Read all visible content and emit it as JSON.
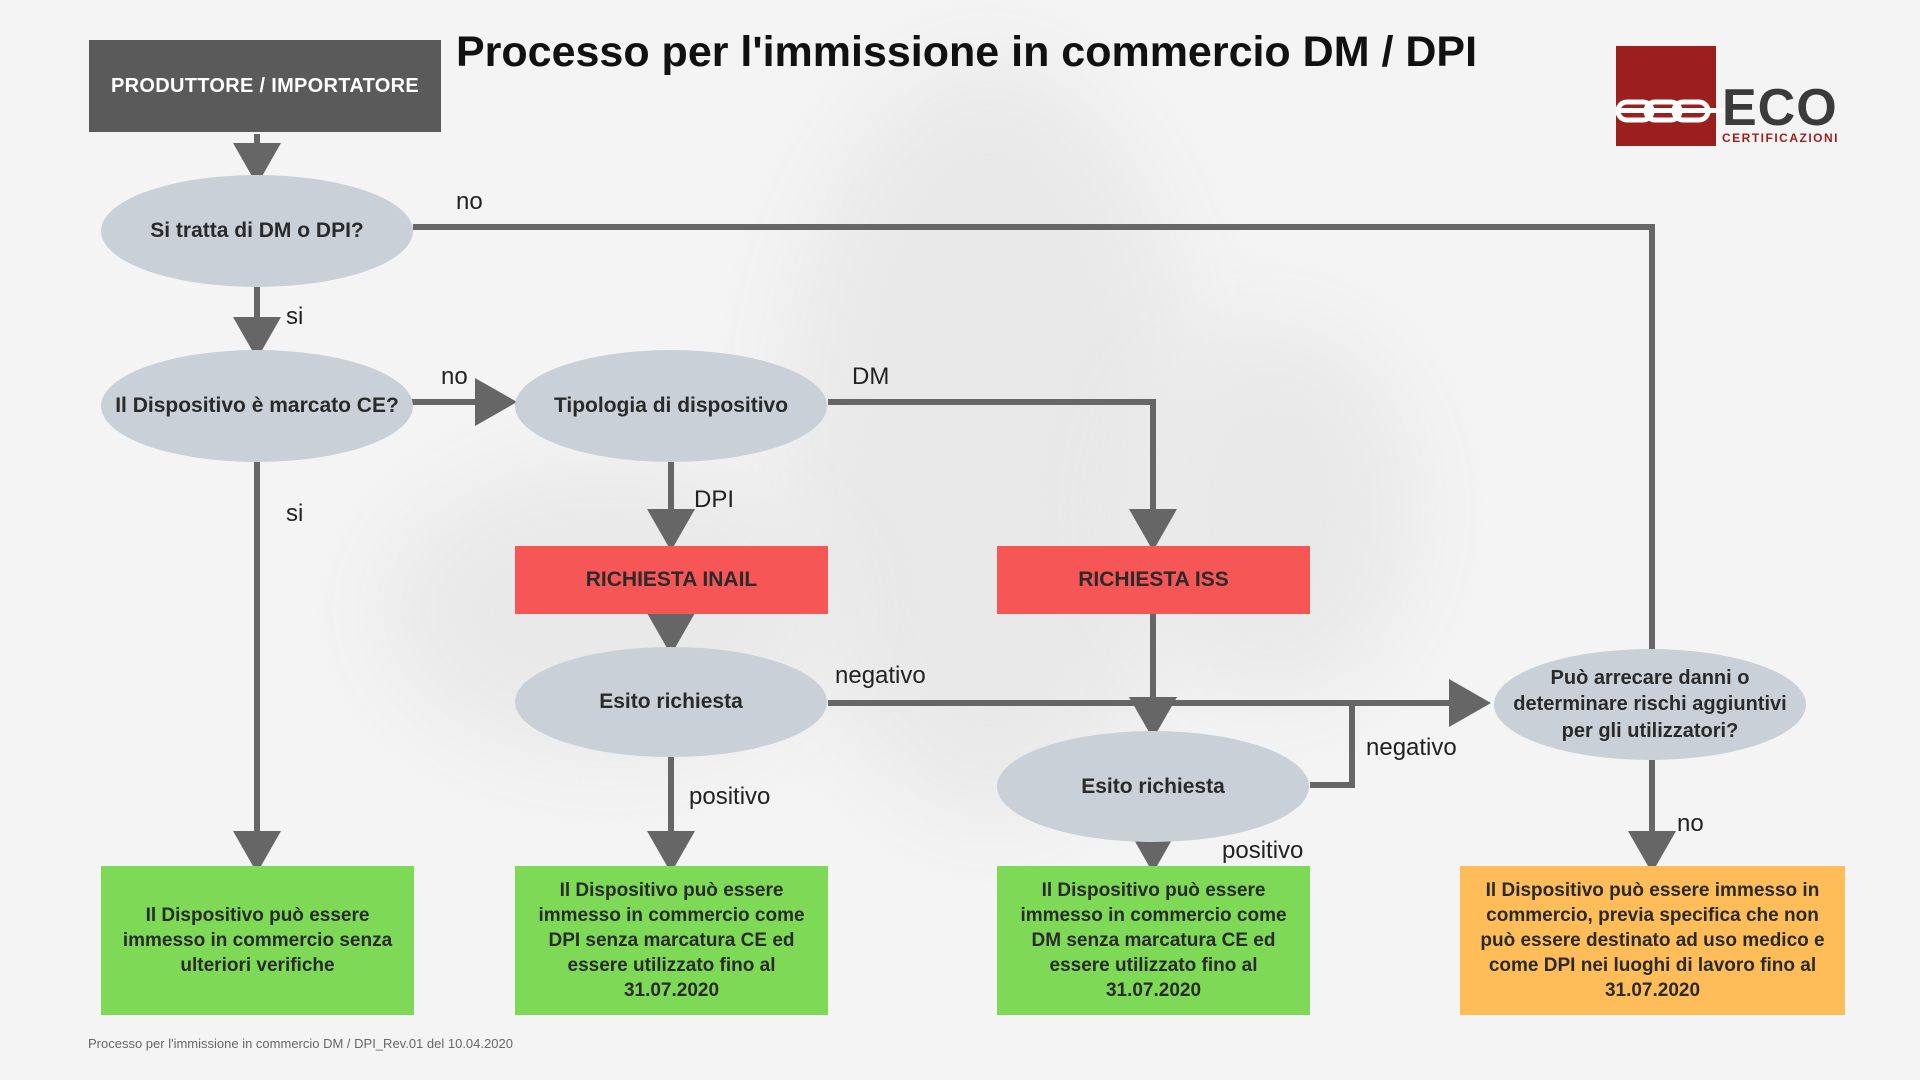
{
  "title": "Processo per l'immissione in commercio DM / DPI",
  "footer": "Processo per l'immissione in commercio DM / DPI_Rev.01 del 10.04.2020",
  "logo": {
    "word": "ECO",
    "sub": "CERTIFICAZIONI"
  },
  "colors": {
    "decision": "#c9d0d8",
    "start": "#5a5a5a",
    "request": "#f75656",
    "outcome_ok": "#7ed957",
    "outcome_warn": "#ffbd59",
    "arrow": "#666666",
    "brand": "#9c1f1f"
  },
  "nodes": {
    "start": "PRODUTTORE / IMPORTATORE",
    "q_dm_dpi": "Si tratta di DM o DPI?",
    "q_ce": "Il Dispositivo è marcato CE?",
    "q_tipologia": "Tipologia di dispositivo",
    "req_inail": "RICHIESTA INAIL",
    "req_iss": "RICHIESTA ISS",
    "esito_inail": "Esito richiesta",
    "esito_iss": "Esito richiesta",
    "q_danni": "Può arrecare danni o determinare rischi aggiuntivi per gli utilizzatori?",
    "out_ce": "Il Dispositivo può essere immesso in commercio senza ulteriori verifiche",
    "out_dpi": "Il Dispositivo può essere immesso in commercio come DPI senza marcatura CE ed essere utilizzato fino al 31.07.2020",
    "out_dm": "Il Dispositivo può essere immesso in commercio come DM senza marcatura CE ed essere utilizzato fino al 31.07.2020",
    "out_warn": "Il Dispositivo può essere immesso in commercio, previa specifica che non può essere destinato ad uso medico e come DPI nei luoghi di lavoro fino al 31.07.2020"
  },
  "labels": {
    "no_top": "no",
    "si_1": "si",
    "no_ce": "no",
    "dm": "DM",
    "si_2": "si",
    "dpi": "DPI",
    "negativo_1": "negativo",
    "negativo_2": "negativo",
    "positivo_1": "positivo",
    "positivo_2": "positivo",
    "no_danni": "no"
  }
}
